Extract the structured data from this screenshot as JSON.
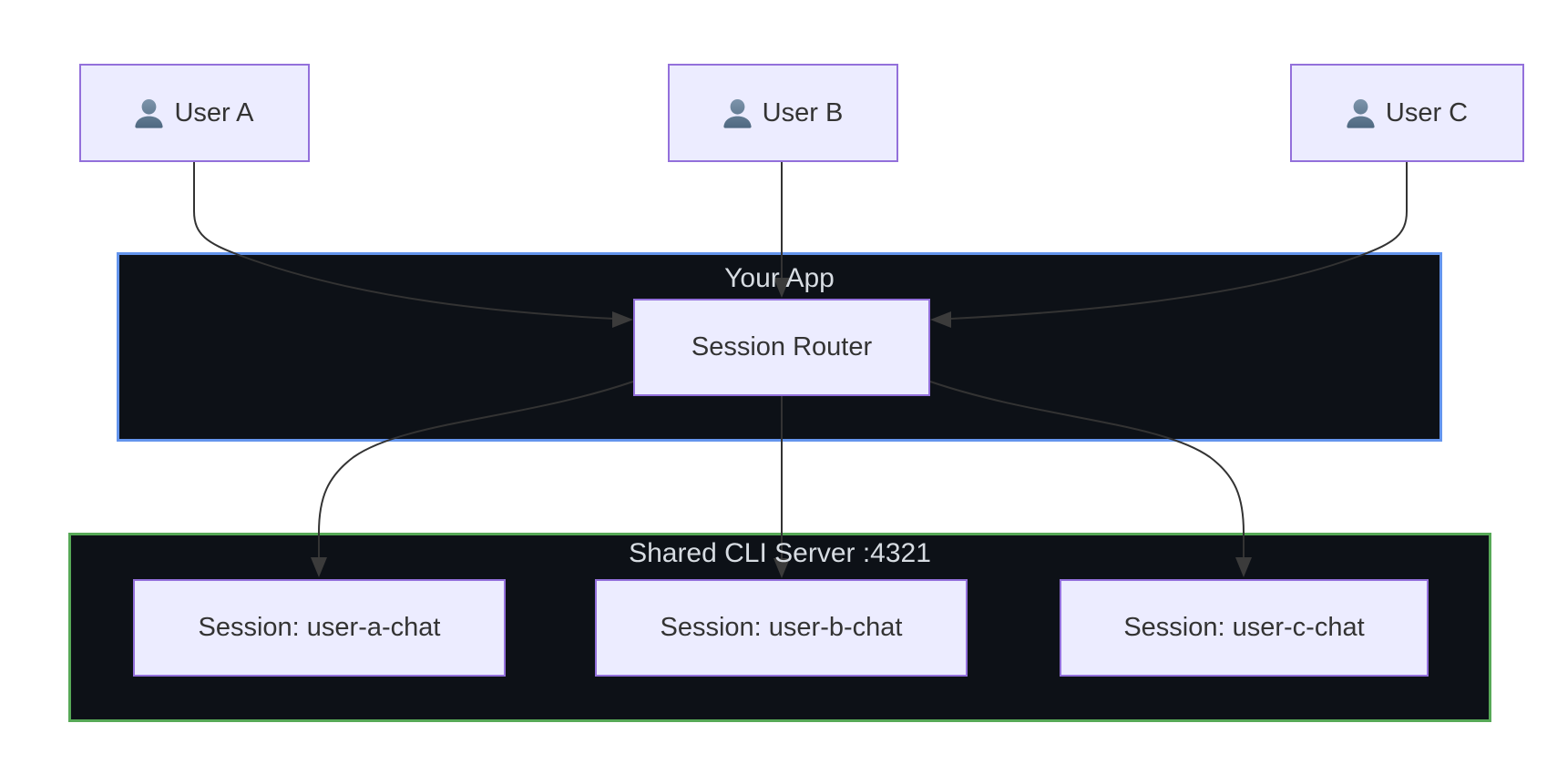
{
  "diagram_type": "flowchart",
  "colors": {
    "page_bg": "#ffffff",
    "node_fill": "#ECECFF",
    "node_border": "#9370DB",
    "node_text": "#333333",
    "container_bg": "#0d1117",
    "app_border": "#6495ed",
    "server_border": "#57a957",
    "container_title": "#d7dce2",
    "edge": "#333333",
    "arrowhead": "#3b3b3b",
    "icon_top": "#7d94ab",
    "icon_bottom": "#4e6880"
  },
  "users": [
    {
      "label": "User A",
      "icon": "user-silhouette-icon"
    },
    {
      "label": "User B",
      "icon": "user-silhouette-icon"
    },
    {
      "label": "User C",
      "icon": "user-silhouette-icon"
    }
  ],
  "app": {
    "title": "Your App",
    "router": {
      "label": "Session Router"
    }
  },
  "server": {
    "title": "Shared CLI Server :4321",
    "sessions": [
      {
        "label": "Session: user-a-chat"
      },
      {
        "label": "Session: user-b-chat"
      },
      {
        "label": "Session: user-c-chat"
      }
    ]
  },
  "edges": [
    {
      "from": "User A",
      "to": "Session Router"
    },
    {
      "from": "User B",
      "to": "Session Router"
    },
    {
      "from": "User C",
      "to": "Session Router"
    },
    {
      "from": "Session Router",
      "to": "Session: user-a-chat"
    },
    {
      "from": "Session Router",
      "to": "Session: user-b-chat"
    },
    {
      "from": "Session Router",
      "to": "Session: user-c-chat"
    }
  ]
}
